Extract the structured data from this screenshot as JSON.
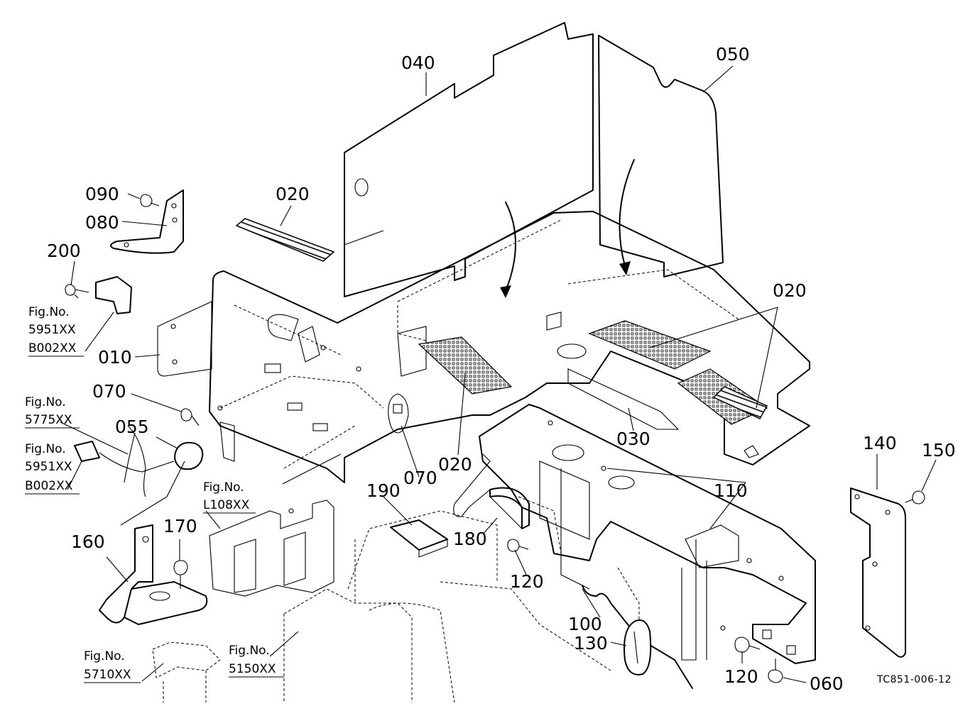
{
  "parts": {
    "p040": "040",
    "p050": "050",
    "p090": "090",
    "p080": "080",
    "p020a": "020",
    "p200": "200",
    "p020b": "020",
    "p010": "010",
    "p070a": "070",
    "p055": "055",
    "p070b": "070",
    "p020c": "020",
    "p030": "030",
    "p110": "110",
    "p140": "140",
    "p150": "150",
    "p190": "190",
    "p180": "180",
    "p160": "160",
    "p170": "170",
    "p120a": "120",
    "p100": "100",
    "p130": "130",
    "p120b": "120",
    "p060": "060"
  },
  "refs": [
    {
      "fig": "Fig.No.",
      "nums": [
        "5951XX",
        "B002XX"
      ]
    },
    {
      "fig": "Fig.No.",
      "nums": [
        "5775XX"
      ]
    },
    {
      "fig": "Fig.No.",
      "nums": [
        "5951XX",
        "B002XX"
      ]
    },
    {
      "fig": "Fig.No.",
      "nums": [
        "L108XX"
      ]
    },
    {
      "fig": "Fig.No.",
      "nums": [
        "5710XX"
      ]
    },
    {
      "fig": "Fig.No.",
      "nums": [
        "5150XX"
      ]
    }
  ],
  "drawing_code": "TC851-006-12"
}
